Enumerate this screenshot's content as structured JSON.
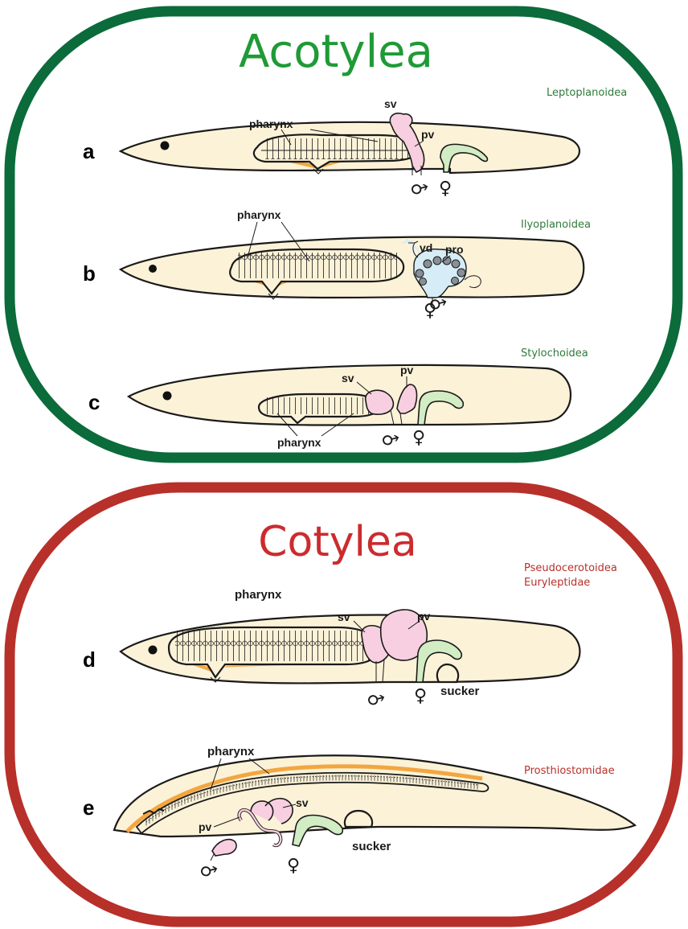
{
  "groups": [
    {
      "title": "Acotylea",
      "color": "#0b6b3a",
      "panels": [
        {
          "letter": "a",
          "taxon": "Leptoplanoidea",
          "labels": {
            "pharynx": "pharynx",
            "sv": "sv",
            "pv": "pv"
          },
          "symbols": {
            "male": "♂",
            "female": "♀"
          }
        },
        {
          "letter": "b",
          "taxon": "Ilyoplanoidea",
          "labels": {
            "pharynx": "pharynx",
            "vd": "vd",
            "pro": "pro"
          },
          "symbols": {
            "male": "♂",
            "female": "♀"
          }
        },
        {
          "letter": "c",
          "taxon": "Stylochoidea",
          "labels": {
            "pharynx": "pharynx",
            "sv": "sv",
            "pv": "pv"
          },
          "symbols": {
            "male": "♂",
            "female": "♀"
          }
        }
      ]
    },
    {
      "title": "Cotylea",
      "color": "#b8302a",
      "panels": [
        {
          "letter": "d",
          "taxon": [
            "Pseudocerotoidea",
            "Euryleptidae"
          ],
          "labels": {
            "pharynx": "pharynx",
            "sv": "sv",
            "pv": "pv",
            "sucker": "sucker"
          },
          "symbols": {
            "male": "♂",
            "female": "♀"
          }
        },
        {
          "letter": "e",
          "taxon": "Prosthiostomidae",
          "labels": {
            "pharynx": "pharynx",
            "sv": "sv",
            "pv": "pv",
            "sucker": "sucker"
          },
          "symbols": {
            "male": "♂",
            "female": "♀"
          }
        }
      ]
    }
  ],
  "colors": {
    "body": "#fbf2d8",
    "pharynx_base": "#f3a640",
    "seminal_vesicle": "#f8cfe0",
    "female_organ": "#d2ecc4",
    "prostatic": "#d6ecf6",
    "outline": "#1a1a1a"
  }
}
